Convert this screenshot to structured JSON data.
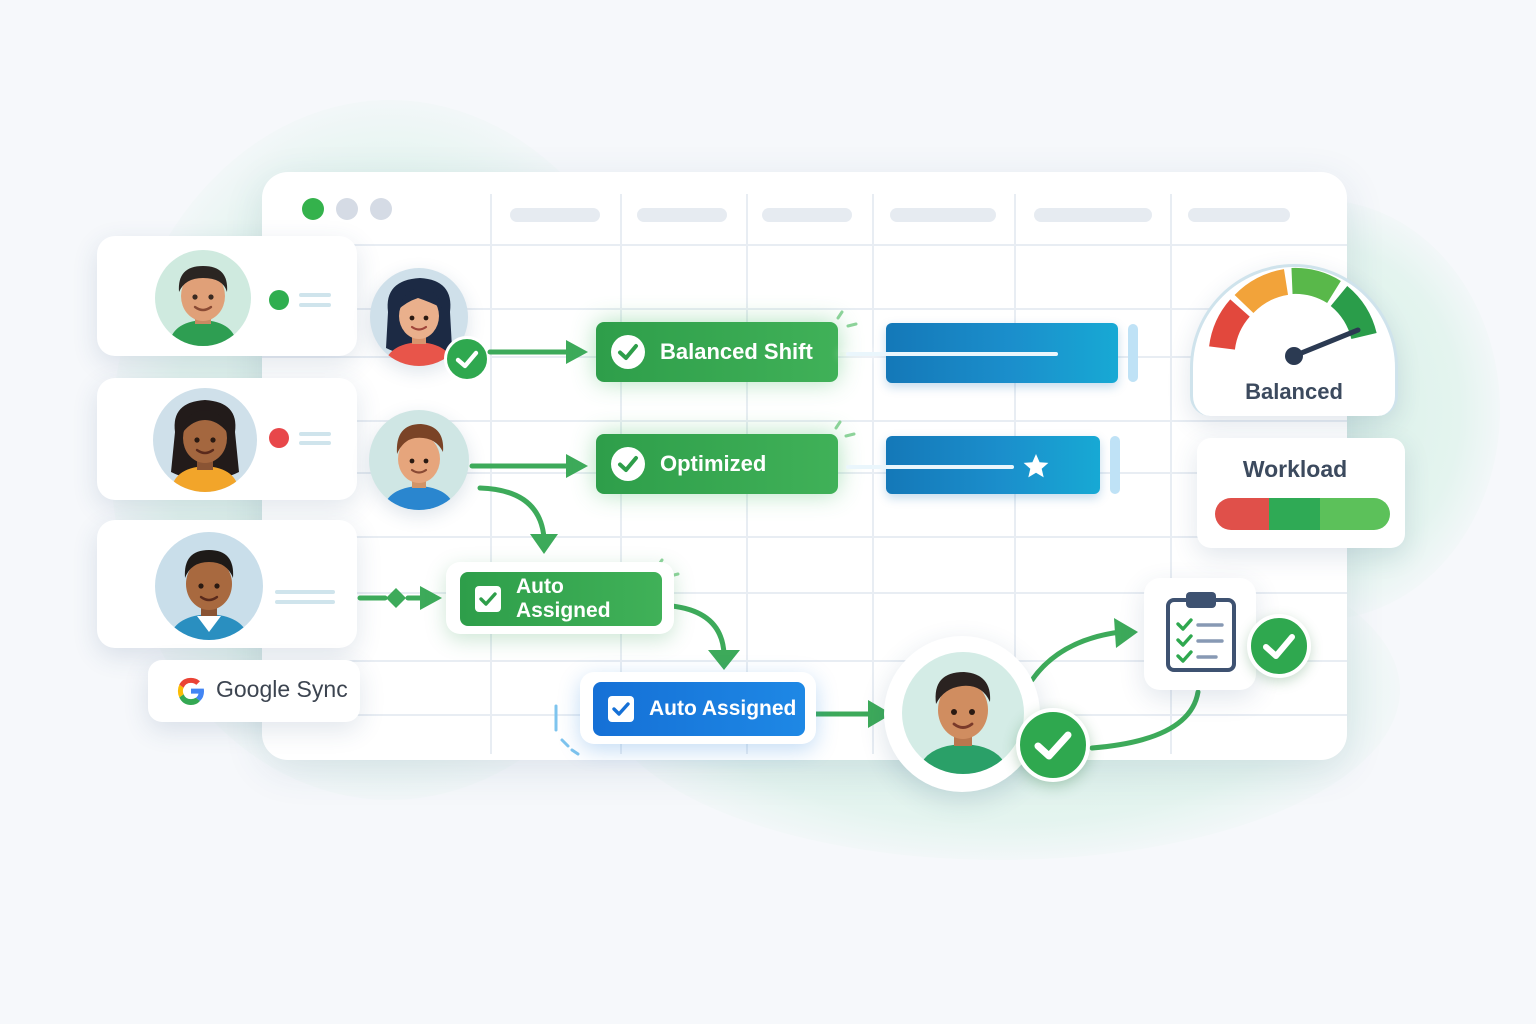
{
  "window": {
    "traffic_lights": [
      "#34b24c",
      "#d5dbe5",
      "#d5dbe5"
    ]
  },
  "tags": {
    "balanced_shift": "Balanced Shift",
    "optimized": "Optimized",
    "auto_assigned_green": "Auto Assigned",
    "auto_assigned_blue": "Auto Assigned"
  },
  "google_sync": {
    "label": "Google Sync"
  },
  "gauge": {
    "label": "Balanced",
    "segments": [
      "#e2483d",
      "#f2a33a",
      "#59b84a",
      "#2a9d4a"
    ]
  },
  "workload": {
    "title": "Workload",
    "segments": [
      {
        "color": "#e0504a",
        "fraction": 0.31
      },
      {
        "color": "#2faa55",
        "fraction": 0.29
      },
      {
        "color": "#5cc15a",
        "fraction": 0.4
      }
    ]
  },
  "employee_status": [
    {
      "status_color": "#2fae4f"
    },
    {
      "status_color": "#e8474a"
    },
    {
      "status_color": ""
    }
  ],
  "colors": {
    "accent_green": "#2fa84f",
    "accent_blue": "#1577d8",
    "bar_blue": "#1585c6"
  },
  "icons": {
    "check": "check-icon",
    "checkbox": "checkbox-icon",
    "star": "star-icon",
    "clipboard": "clipboard-icon",
    "google": "google-logo-icon"
  }
}
